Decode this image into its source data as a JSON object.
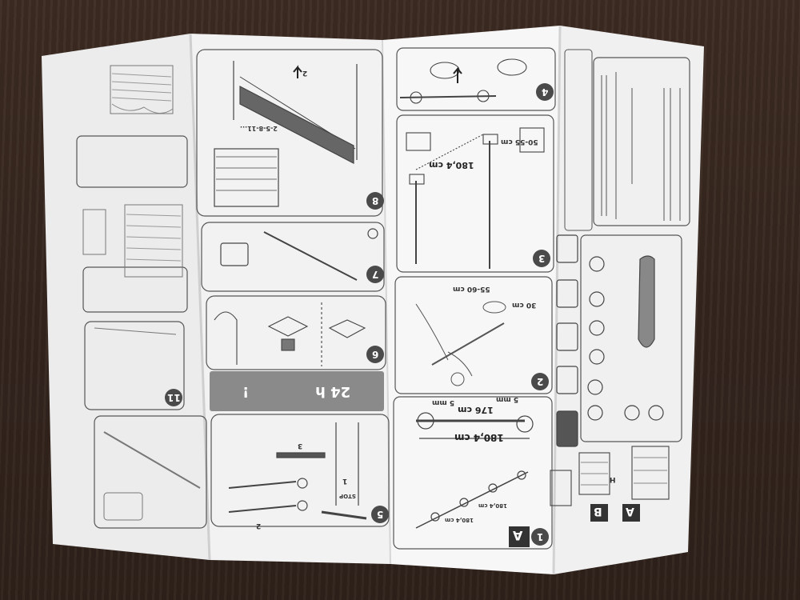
{
  "dimensions": {
    "total_cm": "180,4 cm",
    "rail_cm": "176 cm",
    "gap_mm_left": "5 mm",
    "gap_mm_right": "5 mm",
    "height_range_1": "50-55 cm",
    "height_range_2": "55-60 cm",
    "ceiling_cm": "30 cm",
    "seg_1": "180,4 cm",
    "seg_2": "180,4 cm",
    "seg_3": "180,4 cm"
  },
  "steps": {
    "s1": "1",
    "s2": "2",
    "s3": "3",
    "s4": "4",
    "s5": "5",
    "s6": "6",
    "s7": "7",
    "s8": "8",
    "s11": "11"
  },
  "banner": {
    "time": "24 h",
    "warn": "!"
  },
  "sub_labels": {
    "b1": "1",
    "b2": "2",
    "b3": "3",
    "stop": "STOP",
    "sequence": "2-5-8-11..."
  },
  "variants": {
    "a": "A",
    "b": "B",
    "a2": "A"
  },
  "dim_h": "H"
}
